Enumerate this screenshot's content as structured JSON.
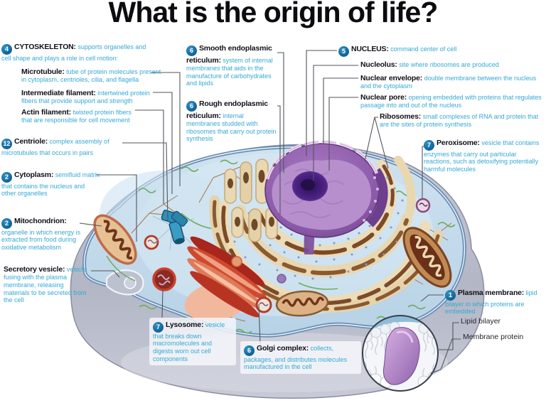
{
  "title": "What is the origin of life?",
  "colors": {
    "description_cyan": "#35a9d4",
    "heading_dark": "#101019",
    "badge_blue": "#1173ac",
    "cytoplasm_blue": "#c6dcec",
    "nucleus_purple": "#8a5aa8",
    "er_cream": "#ecdcb8",
    "golgi_red": "#c04028",
    "cell_base_gray": "#b4b8c6"
  },
  "labels": {
    "cytoskeleton": {
      "badge": "4",
      "name": "CYTOSKELETON:",
      "desc": "supports organelles and cell shape and plays a role in cell motion:"
    },
    "microtubule": {
      "badge": "",
      "name": "Microtubule:",
      "desc": "tube of protein molecules present in cytoplasm, centrioles, cilia, and flagella"
    },
    "intermediate": {
      "badge": "",
      "name": "Intermediate filament:",
      "desc": "intertwined protein fibers that provide support and strength"
    },
    "actin": {
      "badge": "",
      "name": "Actin filament:",
      "desc": "twisted protein fibers that are responsible for cell movement"
    },
    "centriole": {
      "badge": "12",
      "name": "Centriole:",
      "desc": "complex assembly of microtubules that occurs in pairs"
    },
    "cytoplasm": {
      "badge": "2",
      "name": "Cytoplasm:",
      "desc": "semifluid matrix that contains the nucleus and other organelles"
    },
    "mitochondrion": {
      "badge": "2",
      "name": "Mitochondrion:",
      "desc": "organelle in which energy is extracted from food during oxidative metabolism"
    },
    "secretory": {
      "badge": "",
      "name": "Secretory vesicle:",
      "desc": "vesicle fusing with the plasma membrane, releasing materials to be secreted from the cell"
    },
    "smooth_er": {
      "badge": "6",
      "name": "Smooth endoplasmic reticulum:",
      "desc": "system of internal membranes that aids in the manufacture of carbohydrates and lipids"
    },
    "rough_er": {
      "badge": "6",
      "name": "Rough endoplasmic reticulum:",
      "desc": "internal membranes studded with ribosomes that carry out protein synthesis"
    },
    "nucleus": {
      "badge": "5",
      "name": "NUCLEUS:",
      "desc": "command center of cell"
    },
    "nucleolus": {
      "badge": "",
      "name": "Nucleolus:",
      "desc": "site where ribosomes are produced"
    },
    "nuclear_envelope": {
      "badge": "",
      "name": "Nuclear envelope:",
      "desc": "double membrane between the nucleus and the cytoplasm"
    },
    "nuclear_pore": {
      "badge": "",
      "name": "Nuclear pore:",
      "desc": "opening embedded with proteins that regulates passage into and out of the nucleus"
    },
    "ribosomes": {
      "badge": "",
      "name": "Ribosomes:",
      "desc": "small complexes of RNA and protein that are the sites of protein synthesis"
    },
    "peroxisome": {
      "badge": "7",
      "name": "Peroxisome:",
      "desc": "vesicle that contains enzymes that carry out particular reactions, such as detoxifying potentially harmful molecules"
    },
    "plasma_membrane": {
      "badge": "1",
      "name": "Plasma membrane:",
      "desc": "lipid bilayer in which proteins are embedded"
    },
    "lipid_bilayer": {
      "badge": "",
      "name": "Lipid bilayer",
      "desc": ""
    },
    "membrane_protein": {
      "badge": "",
      "name": "Membrane protein",
      "desc": ""
    },
    "lysosome": {
      "badge": "7",
      "name": "Lysosome:",
      "desc": "vesicle that breaks down macromolecules and digests worn out cell components"
    },
    "golgi": {
      "badge": "6",
      "name": "Golgi complex:",
      "desc": "collects, packages, and distributes molecules manufactured in the cell"
    }
  }
}
